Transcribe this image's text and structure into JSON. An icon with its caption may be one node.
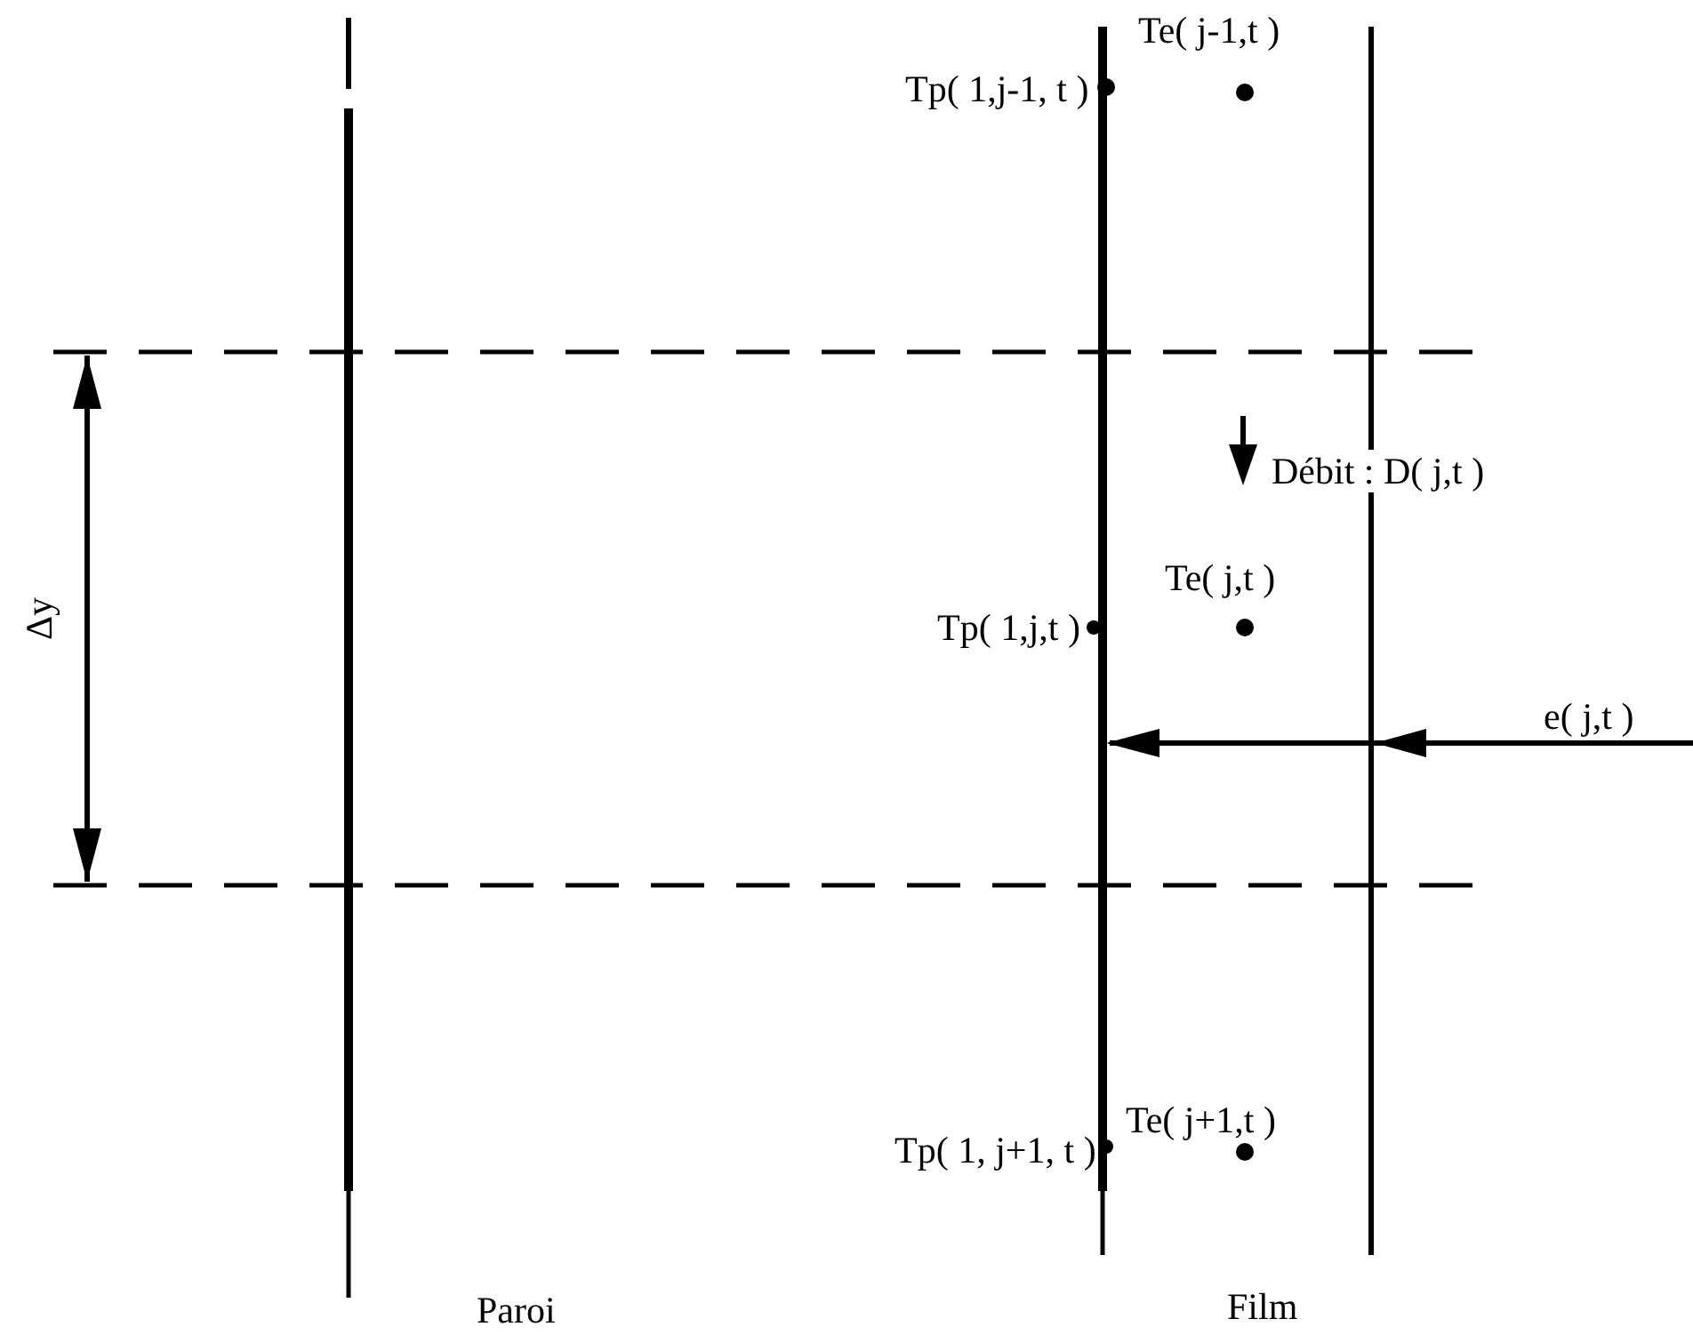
{
  "diagram": {
    "labels": [
      "Te( j-1,t )",
      "Tp( 1,j-1, t )",
      "Débit : D( j,t )",
      "Δy",
      "Te( j,t )",
      "Tp( 1,j,t )",
      "e( j,t )",
      "Te( j+1,t )",
      "Tp( 1, j+1, t )",
      "Paroi",
      "Film"
    ]
  }
}
